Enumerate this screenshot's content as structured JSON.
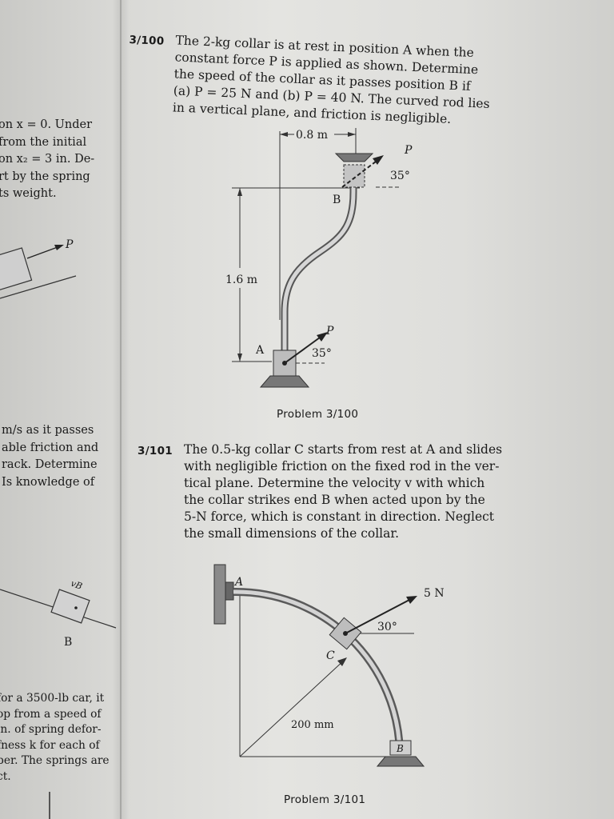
{
  "left_column": {
    "block1": [
      "on x = 0. Under",
      "from the initial",
      "on x₂ = 3 in. De-",
      "rt by the spring",
      "ts weight."
    ],
    "fig1_label": "P",
    "block2": [
      "m/s as it passes",
      "able friction and",
      "rack. Determine",
      "Is knowledge of"
    ],
    "fig2_velocity_label": "vB",
    "fig2_point_label": "B",
    "block3": [
      "for a 3500-lb car, it",
      "op from a speed of",
      "in. of spring defor-",
      "fness k for each of",
      "ber. The springs are",
      "ct."
    ]
  },
  "problem_100": {
    "number": "3/100",
    "lines": [
      "The 2-kg collar is at rest in position A when the",
      "constant force P is applied as shown. Determine",
      "the speed of the collar as it passes position B if",
      "(a) P = 25 N and (b) P = 40 N. The curved rod lies",
      "in a vertical plane, and friction is negligible."
    ],
    "figure": {
      "horizontal_dim": "0.8 m",
      "vertical_dim": "1.6 m",
      "point_a": "A",
      "point_b": "B",
      "force_top": "P",
      "force_bottom": "P",
      "angle_top": "35°",
      "angle_bottom": "35°"
    },
    "caption": "Problem 3/100"
  },
  "problem_101": {
    "number": "3/101",
    "lines": [
      "The 0.5-kg collar C starts from rest at A and slides",
      "with negligible friction on the fixed rod in the ver-",
      "tical plane. Determine the velocity v with which",
      "the collar strikes end B when acted upon by the",
      "5-N force, which is constant in direction. Neglect",
      "the small dimensions of the collar."
    ],
    "figure": {
      "point_a": "A",
      "point_b": "B",
      "point_c": "C",
      "force": "5 N",
      "angle": "30°",
      "radius": "200 mm"
    },
    "caption": "Problem 3/101"
  }
}
